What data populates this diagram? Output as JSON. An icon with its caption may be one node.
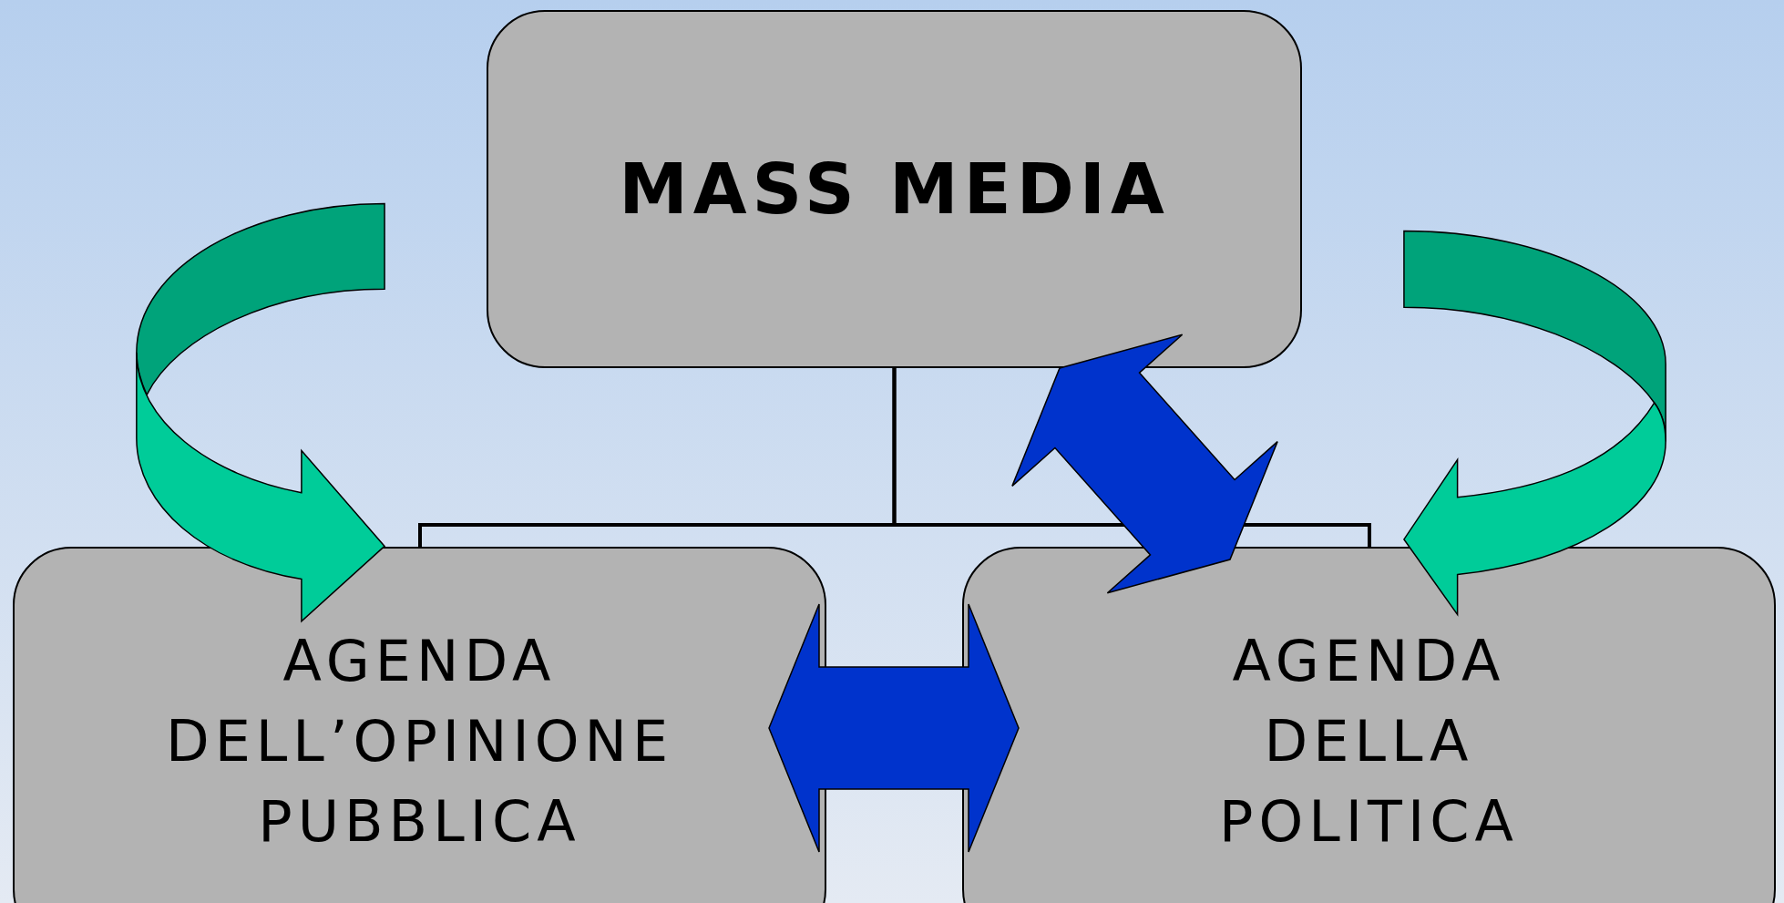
{
  "diagram": {
    "nodes": [
      {
        "text": [
          "MASS MEDIA"
        ]
      },
      {
        "text": [
          "AGENDA DELL’OPINIONE PUBBLICA"
        ]
      },
      {
        "text": [
          "AGENDA DELLA POLITICA"
        ]
      }
    ],
    "edges": [
      {
        "from": 0,
        "to": 1,
        "arrow": "none"
      },
      {
        "from": 0,
        "to": 2,
        "arrow": "none"
      },
      {
        "from": 1,
        "to": 2,
        "arrow": "both",
        "color": "#0033cc"
      },
      {
        "from": 0,
        "to": 2,
        "arrow": "both",
        "color": "#0033cc"
      },
      {
        "from": null,
        "to": 1,
        "arrow": "to",
        "color": "#00cc99"
      },
      {
        "from": null,
        "to": 2,
        "arrow": "to",
        "color": "#00cc99"
      }
    ]
  }
}
